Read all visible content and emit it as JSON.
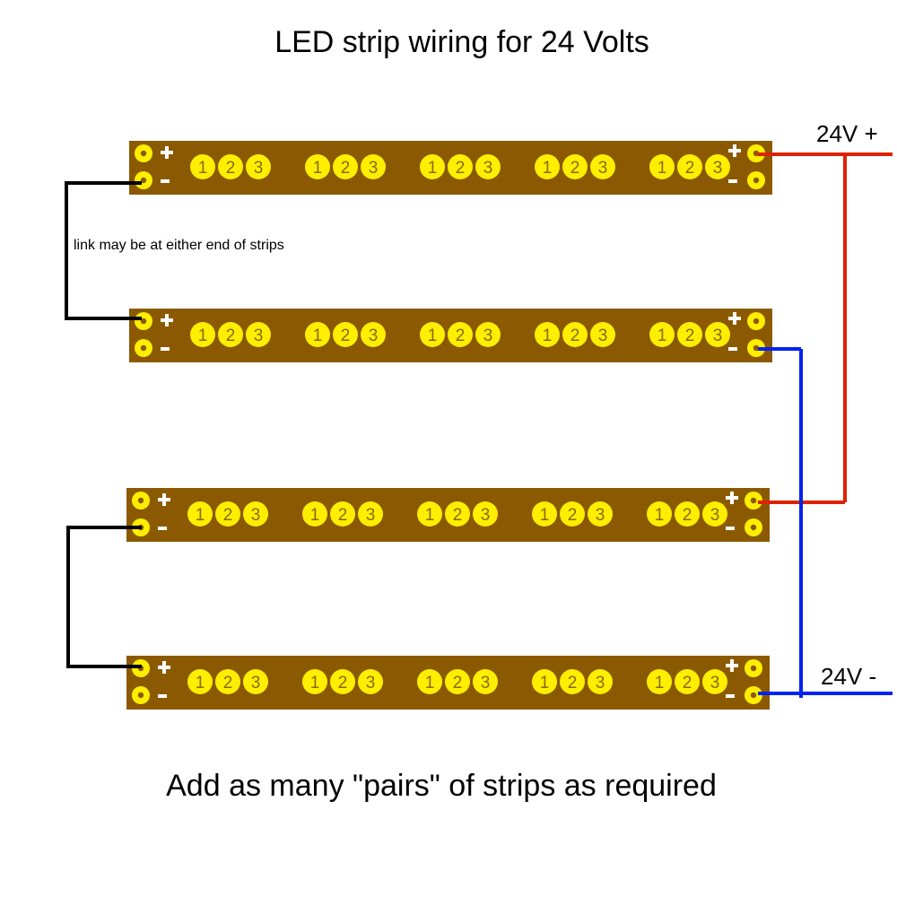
{
  "title": "LED strip wiring for 24 Volts",
  "link_note": "link may be at either end of strips",
  "positive_label": "24V +",
  "negative_label": "24V -",
  "footer": "Add as many \"pairs\" of strips as required",
  "led_numbers": [
    "1",
    "2",
    "3"
  ],
  "colors": {
    "strip": "#8b5a00",
    "led": "#ffee00",
    "positive_wire": "#dd2200",
    "negative_wire": "#0022ee",
    "link_wire": "#000000"
  }
}
